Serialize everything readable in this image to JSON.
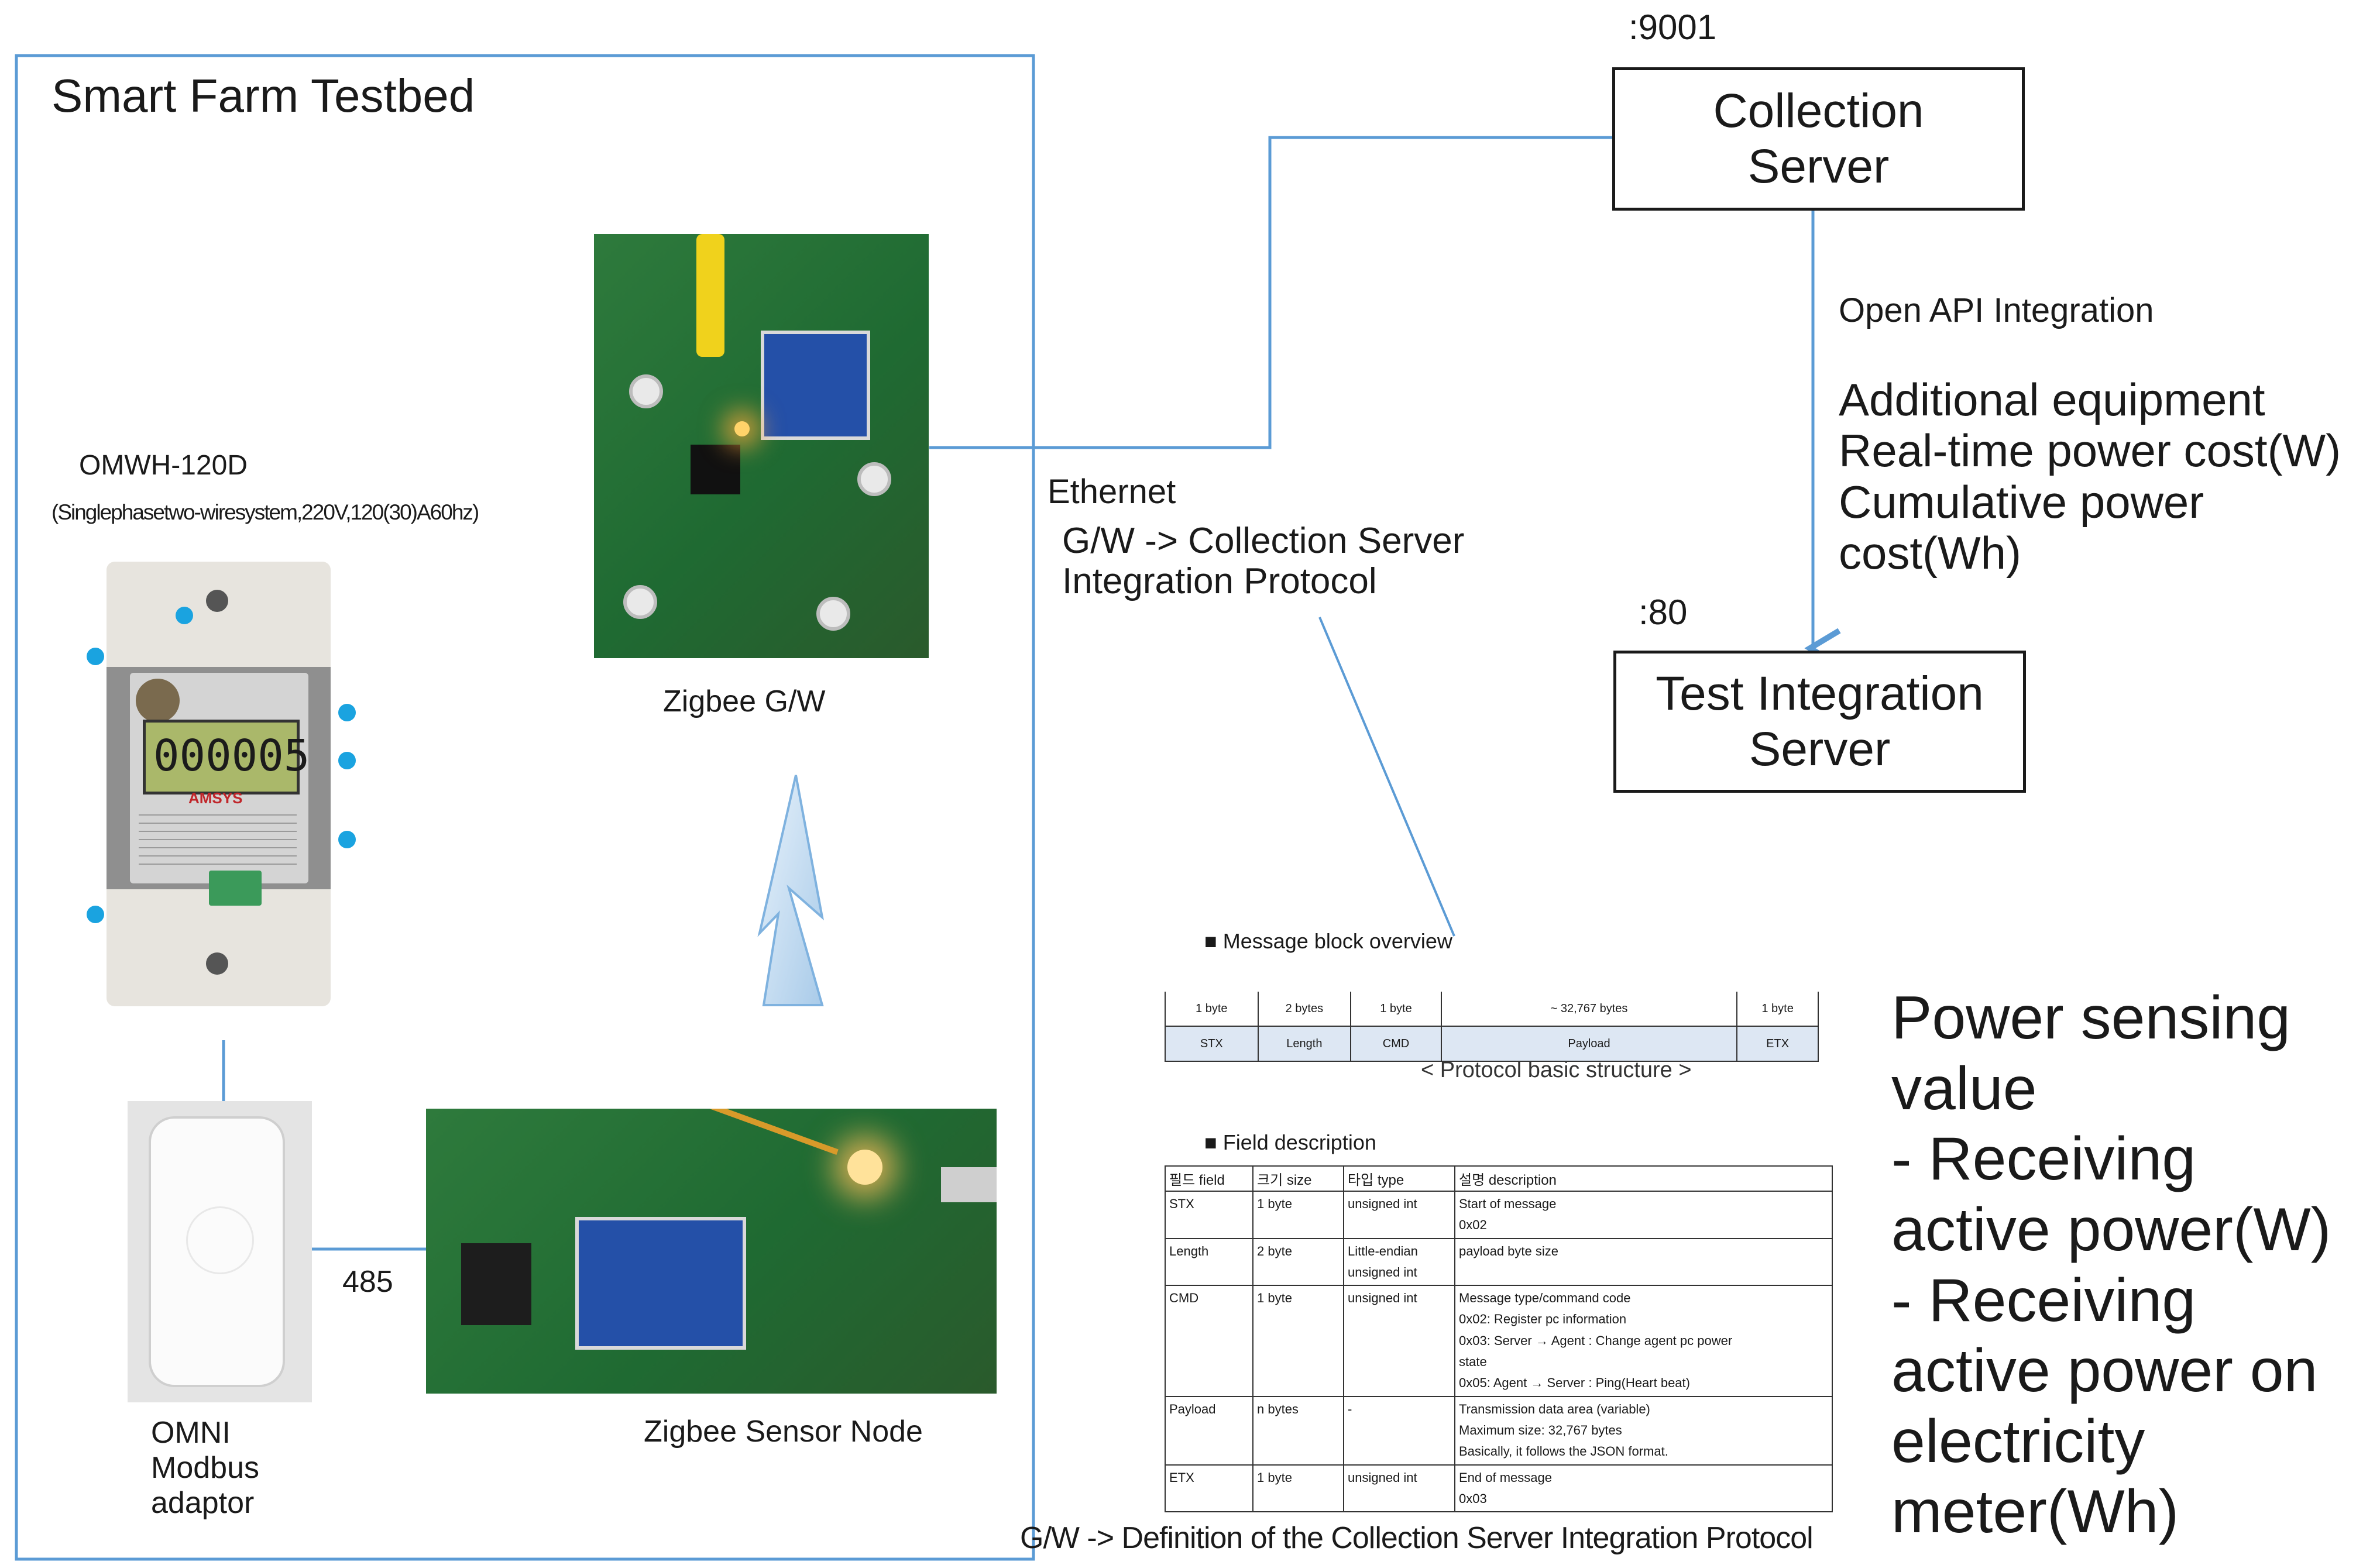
{
  "colors": {
    "frame": "#5b9bd5",
    "box_border": "#1a1a1a",
    "callout": "#1aa3e0"
  },
  "testbed": {
    "title": "Smart Farm Testbed"
  },
  "meter": {
    "model": "OMWH-120D",
    "spec": "(Singlephasetwo-wiresystem,220V,120(30)A60hz)",
    "display_value": "000005",
    "brand": "AMSYS"
  },
  "gateway": {
    "caption": "Zigbee G/W"
  },
  "sensor_node": {
    "caption": "Zigbee Sensor Node"
  },
  "adaptor": {
    "caption": "OMNI\nModbus\nadaptor",
    "link_label": "485"
  },
  "network": {
    "ethernet_label": "Ethernet",
    "protocol_label": "G/W -> Collection Server\nIntegration Protocol"
  },
  "collection_server": {
    "port": ":9001",
    "label": "Collection\nServer"
  },
  "integration": {
    "api_label": "Open API Integration",
    "details": "Additional equipment\nReal-time power cost(W)\nCumulative power\ncost(Wh)"
  },
  "test_server": {
    "port": ":80",
    "label": "Test Integration\nServer"
  },
  "protocol_doc": {
    "overview_title": "■ Message block overview",
    "header_sizes": [
      "1 byte",
      "2 bytes",
      "1 byte",
      "~ 32,767 bytes",
      "1 byte"
    ],
    "header_fields": [
      "STX",
      "Length",
      "CMD",
      "Payload",
      "ETX"
    ],
    "structure_caption": "< Protocol basic structure >",
    "field_title": "■ Field description",
    "columns": [
      "필드 field",
      "크기 size",
      "타입 type",
      "설명 description"
    ],
    "rows": [
      {
        "field": "STX",
        "size": "1 byte",
        "type": "unsigned int",
        "desc": "Start of message\n0x02"
      },
      {
        "field": "Length",
        "size": "2 byte",
        "type": "Little-endian\nunsigned int",
        "desc": "payload byte size"
      },
      {
        "field": "CMD",
        "size": "1 byte",
        "type": "unsigned int",
        "desc": "Message type/command code\n0x02: Register pc information\n0x03: Server → Agent : Change agent pc power\nstate\n0x05: Agent → Server : Ping(Heart beat)"
      },
      {
        "field": "Payload",
        "size": "n bytes",
        "type": "-",
        "desc": "Transmission data area (variable)\nMaximum size: 32,767 bytes\nBasically, it follows the JSON format."
      },
      {
        "field": "ETX",
        "size": "1 byte",
        "type": "unsigned int",
        "desc": "End of message\n0x03"
      }
    ],
    "definition_caption": "G/W -> Definition of the Collection Server Integration Protocol"
  },
  "power_sensing": {
    "text": "Power sensing\nvalue\n- Receiving\nactive power(W)\n- Receiving\nactive power on\nelectricity\nmeter(Wh)"
  }
}
